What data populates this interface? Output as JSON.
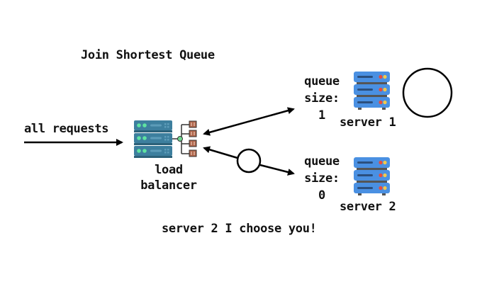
{
  "title": "Join Shortest Queue",
  "input_label": "all requests",
  "load_balancer": {
    "label_line1": "load",
    "label_line2": "balancer",
    "body_color": "#3d7f9e",
    "led_color": "#5fe3a1",
    "port_color": "#b0654a"
  },
  "servers": [
    {
      "name": "server 1",
      "queue_label_line1": "queue",
      "queue_label_line2": "size:",
      "queue_size": "1",
      "color": "#4a90e2",
      "queued_request": true
    },
    {
      "name": "server 2",
      "queue_label_line1": "queue",
      "queue_label_line2": "size:",
      "queue_size": "0",
      "color": "#4a90e2",
      "queued_request": false
    }
  ],
  "caption": "server 2 I choose you!",
  "colors": {
    "arrow": "#000000",
    "led_red": "#e84b3c",
    "led_yellow": "#f2c94c"
  }
}
